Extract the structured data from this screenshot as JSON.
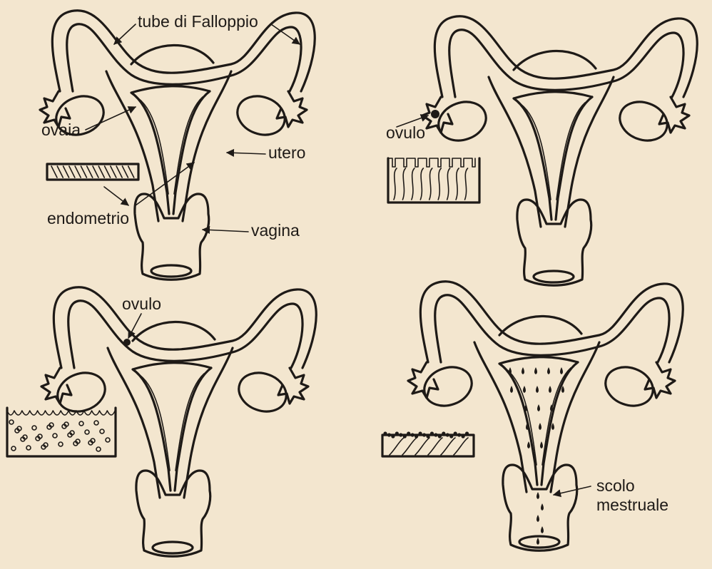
{
  "labels": {
    "fallopian_tubes": "tube di Falloppio",
    "ovaries": "ovaia",
    "uterus": "utero",
    "endometrium": "endometrio",
    "vagina": "vagina",
    "ovum_1": "ovulo",
    "ovum_2": "ovulo",
    "menstrual_flow_line1": "scolo",
    "menstrual_flow_line2": "mestruale"
  },
  "colors": {
    "paper": "#f3e6cf",
    "ink": "#1e1a17"
  }
}
